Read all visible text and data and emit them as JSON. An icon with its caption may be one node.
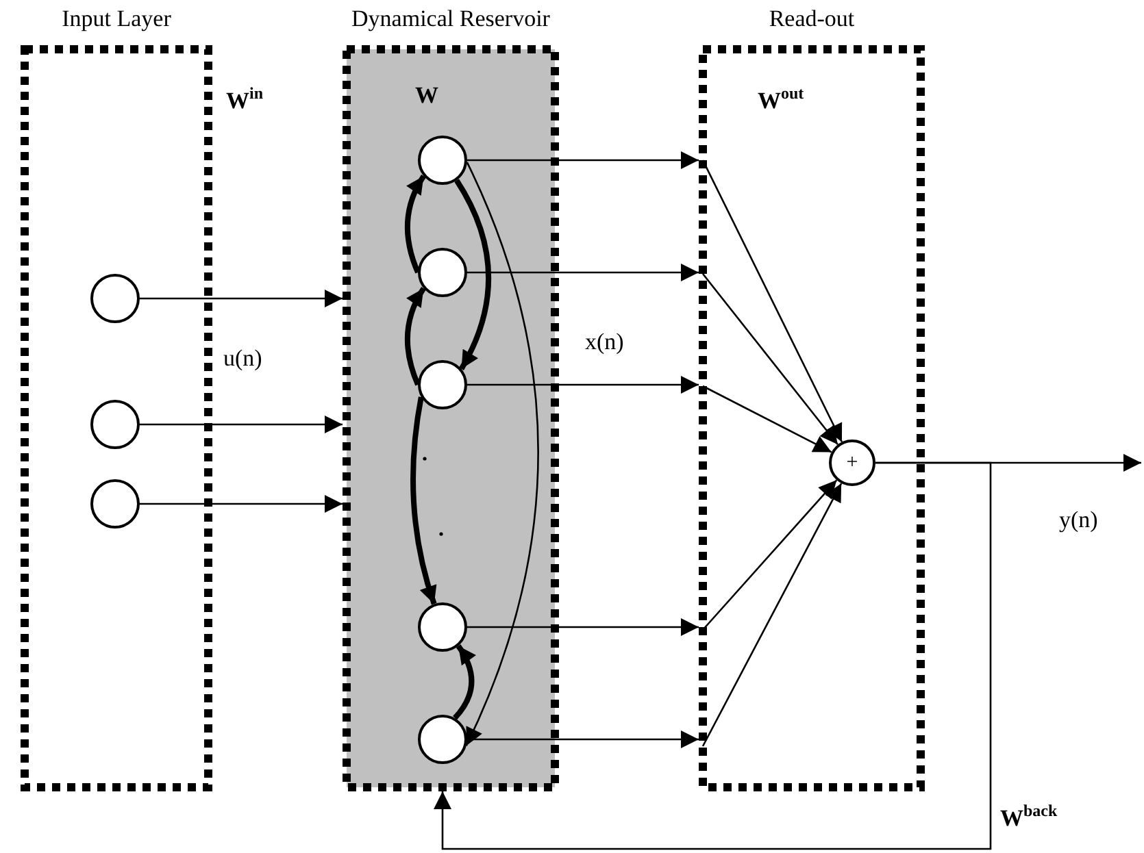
{
  "diagram": {
    "nodes": [
      {
        "text": [
          "Input Layer"
        ]
      },
      {
        "text": [
          "Dynamical Reservoir"
        ]
      },
      {
        "text": [
          "Read-out"
        ]
      },
      {
        "text": [],
        "shape": "circle",
        "in": 0
      },
      {
        "text": [],
        "shape": "circle",
        "in": 0
      },
      {
        "text": [],
        "shape": "circle",
        "in": 0
      },
      {
        "text": [],
        "shape": "circle",
        "in": 1
      },
      {
        "text": [],
        "shape": "circle",
        "in": 1
      },
      {
        "text": [],
        "shape": "circle",
        "in": 1
      },
      {
        "text": [],
        "shape": "circle",
        "in": 1
      },
      {
        "text": [],
        "shape": "circle",
        "in": 1
      },
      {
        "text": [
          "+"
        ],
        "in": 2
      }
    ],
    "edges": [
      {
        "from": 3,
        "to": 1,
        "arrow": "to"
      },
      {
        "from": 4,
        "to": 1,
        "arrow": "to"
      },
      {
        "from": 5,
        "to": 1,
        "arrow": "to"
      },
      {
        "from": 6,
        "to": 2,
        "arrow": "to"
      },
      {
        "from": 7,
        "to": 2,
        "arrow": "to"
      },
      {
        "from": 8,
        "to": 2,
        "arrow": "to"
      },
      {
        "from": 9,
        "to": 2,
        "arrow": "to"
      },
      {
        "from": 10,
        "to": 2,
        "arrow": "to"
      },
      {
        "from": null,
        "to": 11,
        "arrow": "to"
      },
      {
        "from": null,
        "to": 11,
        "arrow": "to"
      },
      {
        "from": null,
        "to": 11,
        "arrow": "to"
      },
      {
        "from": null,
        "to": 11,
        "arrow": "to"
      },
      {
        "from": null,
        "to": 11,
        "arrow": "to"
      },
      {
        "from": 11,
        "to": null,
        "arrow": "to"
      },
      {
        "from": 11,
        "to": 1,
        "arrow": "to"
      },
      {
        "from": 7,
        "to": 6,
        "arrow": "to",
        "style": "thick"
      },
      {
        "from": 8,
        "to": 7,
        "arrow": "to",
        "style": "thick"
      },
      {
        "from": 6,
        "to": 8,
        "arrow": "to",
        "style": "thick"
      },
      {
        "from": 8,
        "to": 9,
        "arrow": "to",
        "style": "thick"
      },
      {
        "from": 10,
        "to": 9,
        "arrow": "to",
        "style": "thick"
      },
      {
        "from": 6,
        "to": 10,
        "arrow": "to"
      }
    ],
    "labels": [
      "W$^{in}$",
      "W",
      "W$^{out}$",
      "u(n)",
      "x(n)",
      "y(n)",
      "W$^{back}$"
    ]
  }
}
